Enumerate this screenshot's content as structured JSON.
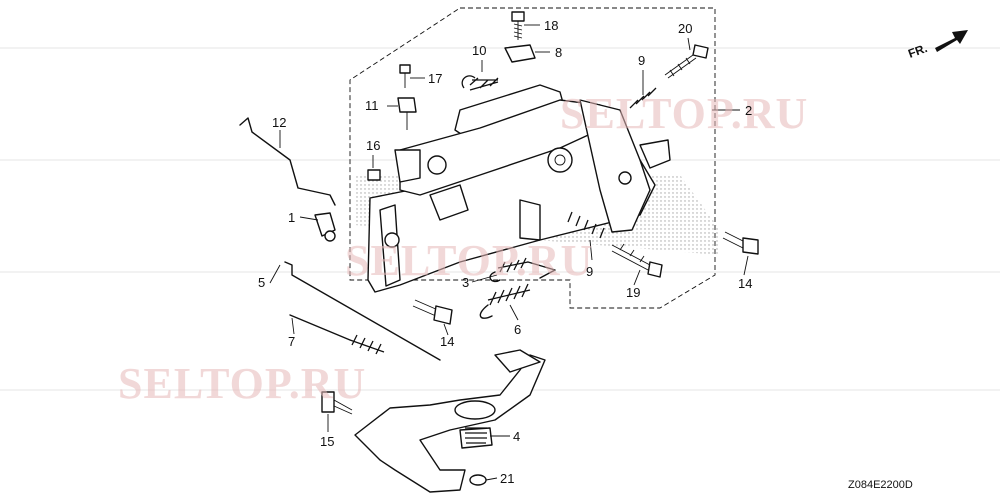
{
  "diagram": {
    "watermark": "SELTOP.RU",
    "code": "Z084E2200D",
    "direction_label": "FR.",
    "callouts": [
      {
        "num": "1"
      },
      {
        "num": "2"
      },
      {
        "num": "3"
      },
      {
        "num": "4"
      },
      {
        "num": "5"
      },
      {
        "num": "6"
      },
      {
        "num": "7"
      },
      {
        "num": "8"
      },
      {
        "num": "9"
      },
      {
        "num": "9"
      },
      {
        "num": "10"
      },
      {
        "num": "11"
      },
      {
        "num": "12"
      },
      {
        "num": "14"
      },
      {
        "num": "14"
      },
      {
        "num": "15"
      },
      {
        "num": "16"
      },
      {
        "num": "17"
      },
      {
        "num": "18"
      },
      {
        "num": "19"
      },
      {
        "num": "20"
      },
      {
        "num": "21"
      }
    ]
  }
}
